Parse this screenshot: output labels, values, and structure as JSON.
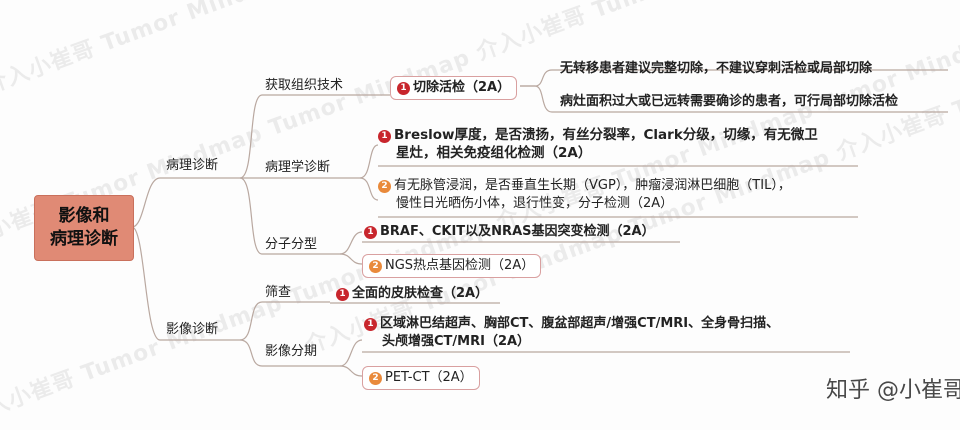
{
  "watermark": "介入小崔哥 Tumor Mindmap Tumor Mindmap 介入小崔哥 Tumor Mindmap Tumor Mindmap",
  "signature": "知乎 @小崔哥",
  "root": {
    "line1": "影像和",
    "line2": "病理诊断"
  },
  "branch_pathology": "病理诊断",
  "branch_imaging": "影像诊断",
  "sub": {
    "tissue": "获取组织技术",
    "patho": "病理学诊断",
    "molecular": "分子分型",
    "screening": "筛查",
    "staging": "影像分期"
  },
  "badges": {
    "one": "1",
    "two": "2"
  },
  "leaves": {
    "excision": "切除活检（2A）",
    "excision_a": "无转移患者建议完整切除，不建议穿刺活检或局部切除",
    "excision_b": "病灶面积过大或已远转需要确诊的患者，可行局部切除活检",
    "breslow_1": "Breslow厚度，是否溃扬，有丝分裂率，Clark分级，切缘，有无微卫",
    "breslow_2": "星灶，相关免疫组化检测（2A）",
    "vessel_1": "有无脉管浸润，是否垂直生长期（VGP），肿瘤浸润淋巴细胞（TIL），",
    "vessel_2": "慢性日光晒伤小体，退行性变，分子检测（2A）",
    "braf": "BRAF、CKIT以及NRAS基因突变检测（2A）",
    "ngs": "NGS热点基因检测（2A）",
    "skin": "全面的皮肤检查（2A）",
    "region_1": "区域淋巴结超声、胸部CT、腹盆部超声/增强CT/MRI、全身骨扫描、",
    "region_2": "头颅增强CT/MRI（2A）",
    "petct": "PET-CT（2A）"
  }
}
